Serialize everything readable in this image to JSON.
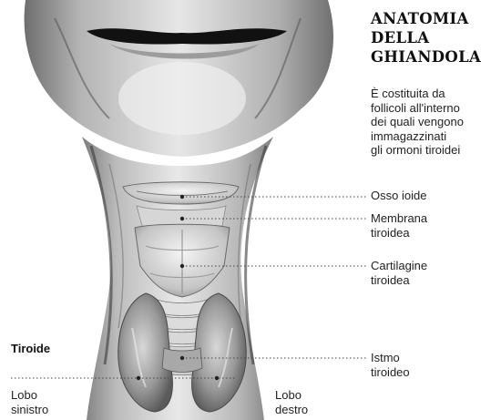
{
  "heading": {
    "line1": "ANATOMIA",
    "line2": "DELLA",
    "line3": "GHIANDOLA"
  },
  "description": {
    "lines": [
      "È costituita da",
      "follicoli all'interno",
      "dei quali vengono",
      "immagazzinati",
      "gli ormoni tiroidei"
    ]
  },
  "labels": {
    "osso_ioide": "Osso ioide",
    "membrana_tiroidea": [
      "Membrana",
      "tiroidea"
    ],
    "cartilagine_tiroidea": [
      "Cartilagine",
      "tiroidea"
    ],
    "istmo_tiroideo": [
      "Istmo",
      "tiroideo"
    ],
    "tiroide": "Tiroide",
    "lobo_sinistro": [
      "Lobo",
      "sinistro"
    ],
    "lobo_destro": [
      "Lobo",
      "destro"
    ]
  }
}
